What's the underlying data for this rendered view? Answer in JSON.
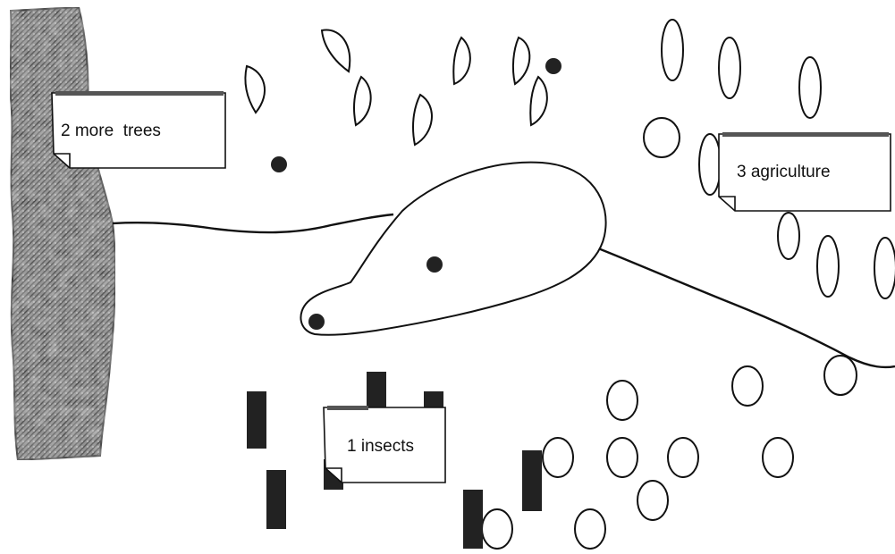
{
  "notes": {
    "trees": "2 more  trees",
    "agriculture": "3 agriculture",
    "insects": "1 insects"
  },
  "colors": {
    "ink": "#111111",
    "bark_dark": "#3a3a3a",
    "bark_light": "#9a9a9a",
    "paper": "#ffffff"
  }
}
